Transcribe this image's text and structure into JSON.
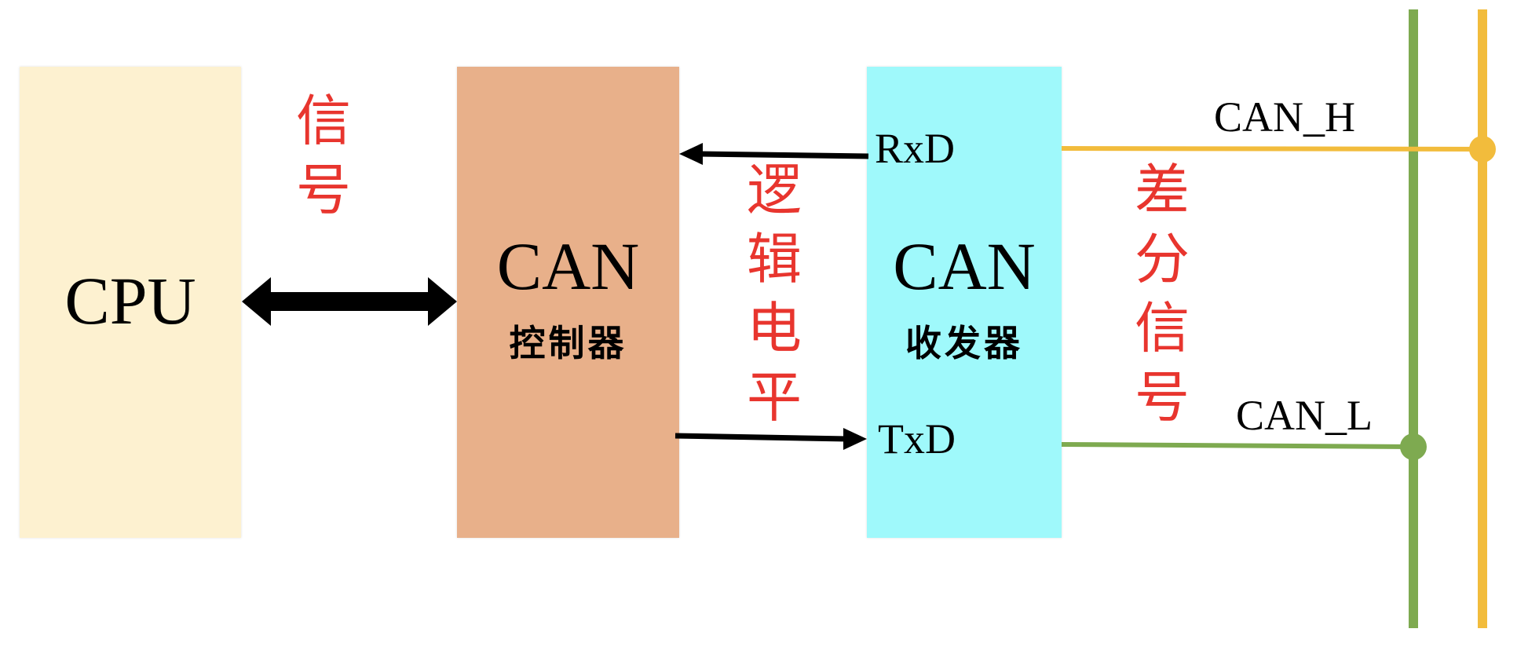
{
  "diagram": {
    "cpu": {
      "label": "CPU"
    },
    "controller": {
      "title": "CAN",
      "subtitle": "控制器"
    },
    "transceiver": {
      "title": "CAN",
      "subtitle": "收发器",
      "rx_pin": "RxD",
      "tx_pin": "TxD"
    },
    "signal_label_1": "信\n号",
    "signal_label_2": "逻\n辑\n电\n平",
    "signal_label_3": "差\n分\n信\n号",
    "bus": {
      "high_label": "CAN_H",
      "low_label": "CAN_L"
    },
    "colors": {
      "cpu_fill": "#fdf1d0",
      "controller_fill": "#e8b08a",
      "transceiver_fill": "#9ff9fb",
      "annotation_red": "#e8352e",
      "can_h_line": "#f2bc3c",
      "can_l_line": "#7eaa50",
      "arrow": "#000000"
    }
  }
}
